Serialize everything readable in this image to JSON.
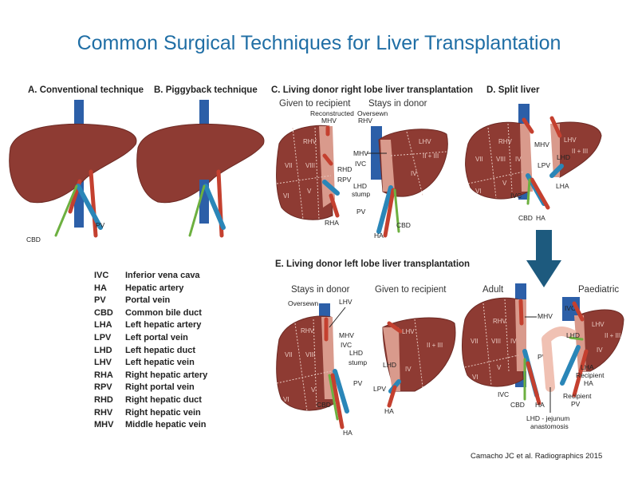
{
  "title": "Common Surgical Techniques for Liver Transplantation",
  "panels": {
    "a": {
      "title": "A. Conventional technique",
      "labels": [
        "CBD",
        "PV"
      ]
    },
    "b": {
      "title": "B. Piggyback technique"
    },
    "c": {
      "title": "C. Living donor right lobe liver transplantation",
      "given": "Given to recipient",
      "stays": "Stays in donor",
      "labels": [
        "Reconstructed",
        "MHV",
        "Oversewn",
        "RHV",
        "MHV",
        "IVC",
        "LHD",
        "stump",
        "PV",
        "HA",
        "CBD",
        "RHD",
        "RPV",
        "RHA",
        "LHV",
        "II + III"
      ],
      "segments": [
        "RHV",
        "VII",
        "VIII",
        "VI",
        "V",
        "IV"
      ]
    },
    "d": {
      "title": "D. Split liver",
      "labels": [
        "MHV",
        "LHV",
        "LPV",
        "LHD",
        "LHA",
        "IVC",
        "CBD",
        "HA",
        "II + III"
      ],
      "segments": [
        "RHV",
        "VII",
        "VIII",
        "IV",
        "VI",
        "V"
      ]
    },
    "e": {
      "title": "E. Living donor left lobe liver transplantation",
      "stays": "Stays in donor",
      "given": "Given to recipient",
      "labels": [
        "Oversewn",
        "LHV",
        "MHV",
        "IVC",
        "LHD",
        "stump",
        "PV",
        "CBD",
        "HA",
        "LHV",
        "LHD",
        "LPV",
        "HA",
        "II + III"
      ],
      "segments": [
        "RHV",
        "VII",
        "VIII",
        "VI",
        "V",
        "IV"
      ]
    },
    "split": {
      "adult": "Adult",
      "paediatric": "Paediatric",
      "labels": [
        "MHV",
        "PV",
        "IVC",
        "CBD",
        "HA",
        "IVC",
        "LHV",
        "LHD",
        "LHA",
        "Recipient",
        "HA",
        "Recipient",
        "PV",
        "LHD - jejunum",
        "anastomosis",
        "II + III"
      ],
      "segments": [
        "RHV",
        "VII",
        "VIII",
        "IV",
        "V",
        "VI",
        "IV"
      ]
    }
  },
  "legend": [
    {
      "abbr": "IVC",
      "full": "Inferior vena cava"
    },
    {
      "abbr": "HA",
      "full": "Hepatic artery"
    },
    {
      "abbr": "PV",
      "full": "Portal vein"
    },
    {
      "abbr": "CBD",
      "full": "Common bile duct"
    },
    {
      "abbr": "LHA",
      "full": "Left hepatic artery"
    },
    {
      "abbr": "LPV",
      "full": "Left portal vein"
    },
    {
      "abbr": "LHD",
      "full": "Left hepatic duct"
    },
    {
      "abbr": "LHV",
      "full": "Left hepatic vein"
    },
    {
      "abbr": "RHA",
      "full": "Right hepatic artery"
    },
    {
      "abbr": "RPV",
      "full": "Right portal vein"
    },
    {
      "abbr": "RHD",
      "full": "Right hepatic duct"
    },
    {
      "abbr": "RHV",
      "full": "Right hepatic vein"
    },
    {
      "abbr": "MHV",
      "full": "Middle hepatic vein"
    }
  ],
  "citation": "Camacho JC et al. Radiographics 2015",
  "colors": {
    "title": "#1f6ea5",
    "liver": "#8e3b33",
    "ivc": "#2c5fa8",
    "artery": "#c4402f",
    "portal": "#2a86b8",
    "duct": "#6db040",
    "arrow": "#1d5a7e"
  }
}
